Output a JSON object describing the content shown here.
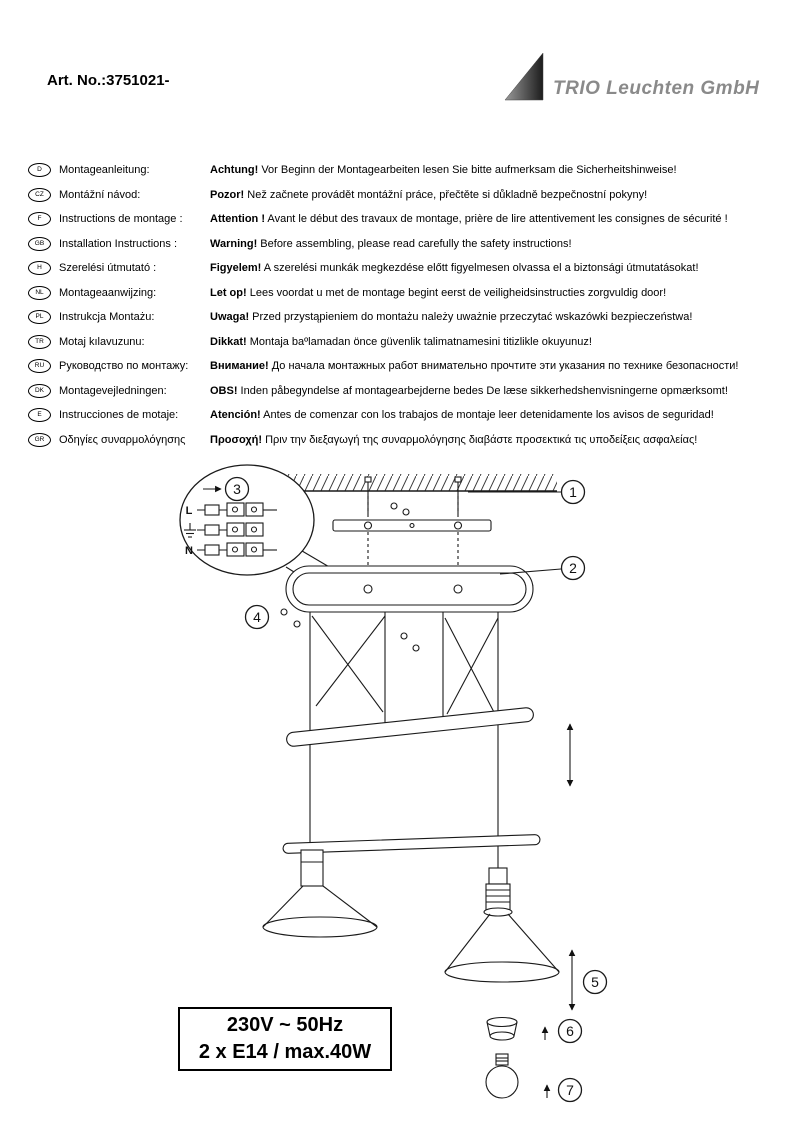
{
  "header": {
    "art_no": "Art. No.:3751021-",
    "brand": "TRIO Leuchten GmbH"
  },
  "languages": [
    {
      "code": "D",
      "label": "Montageanleitung:",
      "warn": "Achtung!",
      "text": "Vor Beginn der Montagearbeiten lesen Sie bitte aufmerksam die Sicherheitshinweise!"
    },
    {
      "code": "CZ",
      "label": "Montážní návod:",
      "warn": "Pozor!",
      "text": "Než začnete provádět montážní práce, přečtěte si důkladně bezpečnostní pokyny!"
    },
    {
      "code": "F",
      "label": "Instructions de montage :",
      "warn": "Attention !",
      "text": "Avant le début des travaux de montage, prière de lire attentivement les consignes de sécurité !"
    },
    {
      "code": "GB",
      "label": "Installation Instructions :",
      "warn": "Warning!",
      "text": "Before assembling, please read carefully the safety instructions!"
    },
    {
      "code": "H",
      "label": "Szerelési útmutató :",
      "warn": "Figyelem!",
      "text": "A szerelési munkák megkezdése előtt figyelmesen olvassa el a biztonsági útmutatásokat!"
    },
    {
      "code": "NL",
      "label": "Montageaanwijzing:",
      "warn": "Let op!",
      "text": "Lees voordat u met de montage begint eerst de veiligheidsinstructies zorgvuldig door!"
    },
    {
      "code": "PL",
      "label": "Instrukcja Montażu:",
      "warn": "Uwaga!",
      "text": "Przed przystąpieniem do montażu należy uważnie przeczytać wskazówki bezpieczeństwa!"
    },
    {
      "code": "TR",
      "label": "Motaj kılavuzunu:",
      "warn": "Dikkat!",
      "text": "Montaja baºlamadan önce güvenlik talimatnamesini titizlikle okuyunuz!"
    },
    {
      "code": "RU",
      "label": "Руководство по монтажу:",
      "warn": "Внимание!",
      "text": "До начала монтажных работ внимательно прочтите эти указания по технике безопасности!"
    },
    {
      "code": "DK",
      "label": "Montagevejledningen:",
      "warn": "OBS!",
      "text": "Inden påbegyndelse af montagearbejderne bedes De læse sikkerhedshenvisningerne opmærksomt!"
    },
    {
      "code": "E",
      "label": "Instrucciones de motaje:",
      "warn": "Atención!",
      "text": "Antes de comenzar con los trabajos de montaje leer detenidamente los avisos de seguridad!"
    },
    {
      "code": "GR",
      "label": "Οδηγίες συναρμολόγησης",
      "warn": "Προσοχή!",
      "text": "Πριν την διεξαγωγή της συναρμολόγησης διαβάστε προσεκτικά τις υποδείξεις ασφαλείας!"
    }
  ],
  "diagram": {
    "callouts": [
      "1",
      "2",
      "3",
      "4",
      "5",
      "6",
      "7"
    ],
    "wiring": {
      "l": "L",
      "n": "N"
    }
  },
  "spec": {
    "voltage": "230V ~ 50Hz",
    "lamp": "2 x E14 / max.40W"
  }
}
